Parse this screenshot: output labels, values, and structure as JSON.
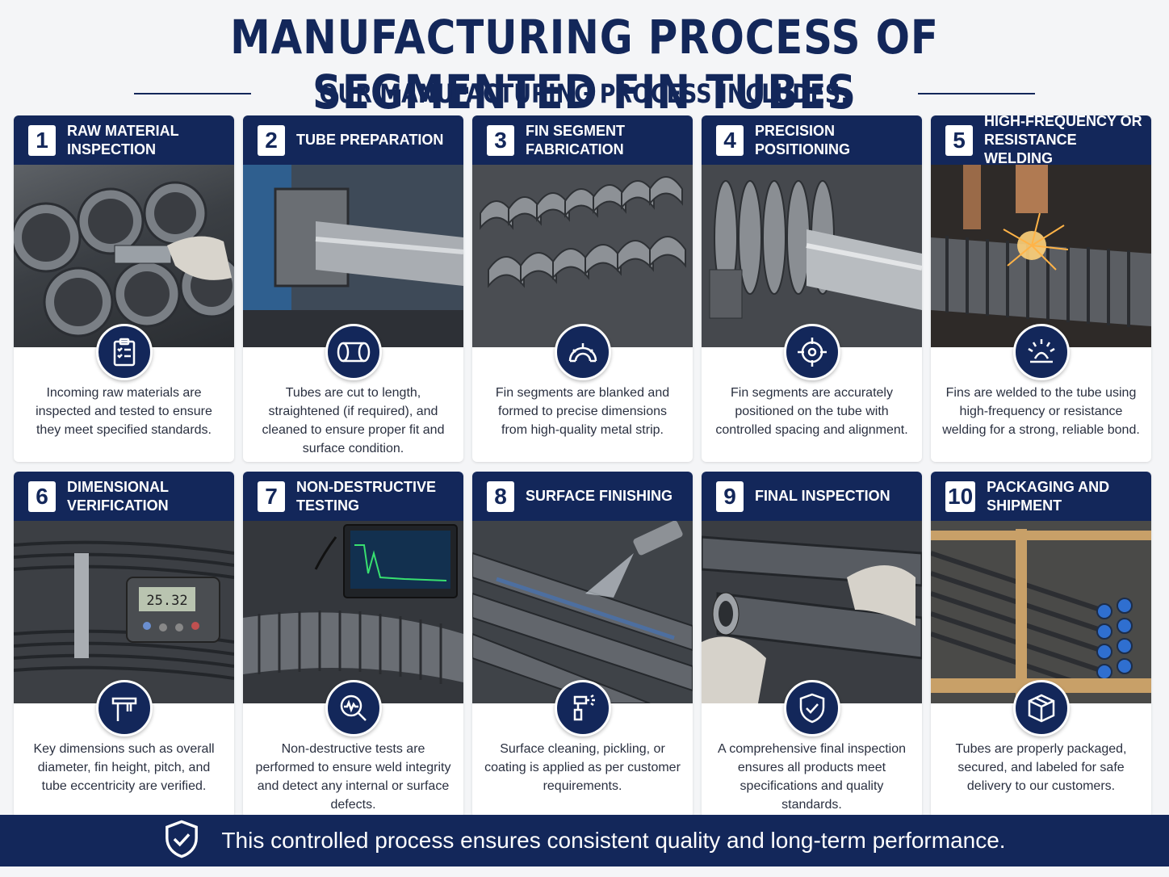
{
  "title": "MANUFACTURING PROCESS OF SEGMENTED FIN TUBES",
  "subtitle": "OUR MANUFACTURING PROCESS INCLUDES:",
  "steps": [
    {
      "number": "1",
      "title": "Raw Material Inspection",
      "icon": "clipboard-checklist-icon",
      "description": "Incoming raw materials are inspected and tested to ensure they meet specified standards."
    },
    {
      "number": "2",
      "title": "Tube Preparation",
      "icon": "tube-icon",
      "description": "Tubes are cut to length, straightened (if required), and cleaned to ensure proper fit and surface condition."
    },
    {
      "number": "3",
      "title": "Fin Segment Fabrication",
      "icon": "fin-segment-icon",
      "description": "Fin segments are blanked and formed to precise dimensions from high-quality metal strip."
    },
    {
      "number": "4",
      "title": "Precision Positioning",
      "icon": "crosshair-icon",
      "description": "Fin segments are accurately positioned on the tube with controlled spacing and alignment."
    },
    {
      "number": "5",
      "title": "High-Frequency or Resistance Welding",
      "icon": "welding-spark-icon",
      "description": "Fins are welded to the tube using high-frequency or resistance welding for a strong, reliable bond."
    },
    {
      "number": "6",
      "title": "Dimensional Verification",
      "icon": "caliper-icon",
      "description": "Key dimensions such as overall diameter, fin height, pitch, and tube eccentricity are verified."
    },
    {
      "number": "7",
      "title": "Non-Destructive Testing",
      "icon": "magnifier-waveform-icon",
      "description": "Non-destructive tests are performed to ensure weld integrity and detect any internal or surface defects."
    },
    {
      "number": "8",
      "title": "Surface Finishing",
      "icon": "spray-gun-icon",
      "description": "Surface cleaning, pickling, or coating is applied as per customer requirements."
    },
    {
      "number": "9",
      "title": "Final Inspection",
      "icon": "shield-check-icon",
      "description": "A comprehensive final inspection ensures all products meet specifications and quality standards."
    },
    {
      "number": "10",
      "title": "Packaging and Shipment",
      "icon": "package-box-icon",
      "description": "Tubes are properly packaged, secured, and labeled for safe delivery to our customers."
    }
  ],
  "photos": [
    "stacked-tubes-with-caliper",
    "tube-in-lathe",
    "formed-fin-segments",
    "fins-on-tube-fixture",
    "welding-sparks",
    "digital-caliper-reading",
    "ndt-monitor-and-probe",
    "spray-coating-finned-tubes",
    "gloved-hands-inspecting-tube",
    "crated-finned-tubes"
  ],
  "caliper_reading": "25.32",
  "footer": {
    "icon": "shield-check-icon",
    "text": "This controlled process ensures consistent quality and long-term performance."
  },
  "colors": {
    "navy": "#13275a",
    "background": "#f4f5f7",
    "card": "#ffffff",
    "text": "#2a3040"
  }
}
